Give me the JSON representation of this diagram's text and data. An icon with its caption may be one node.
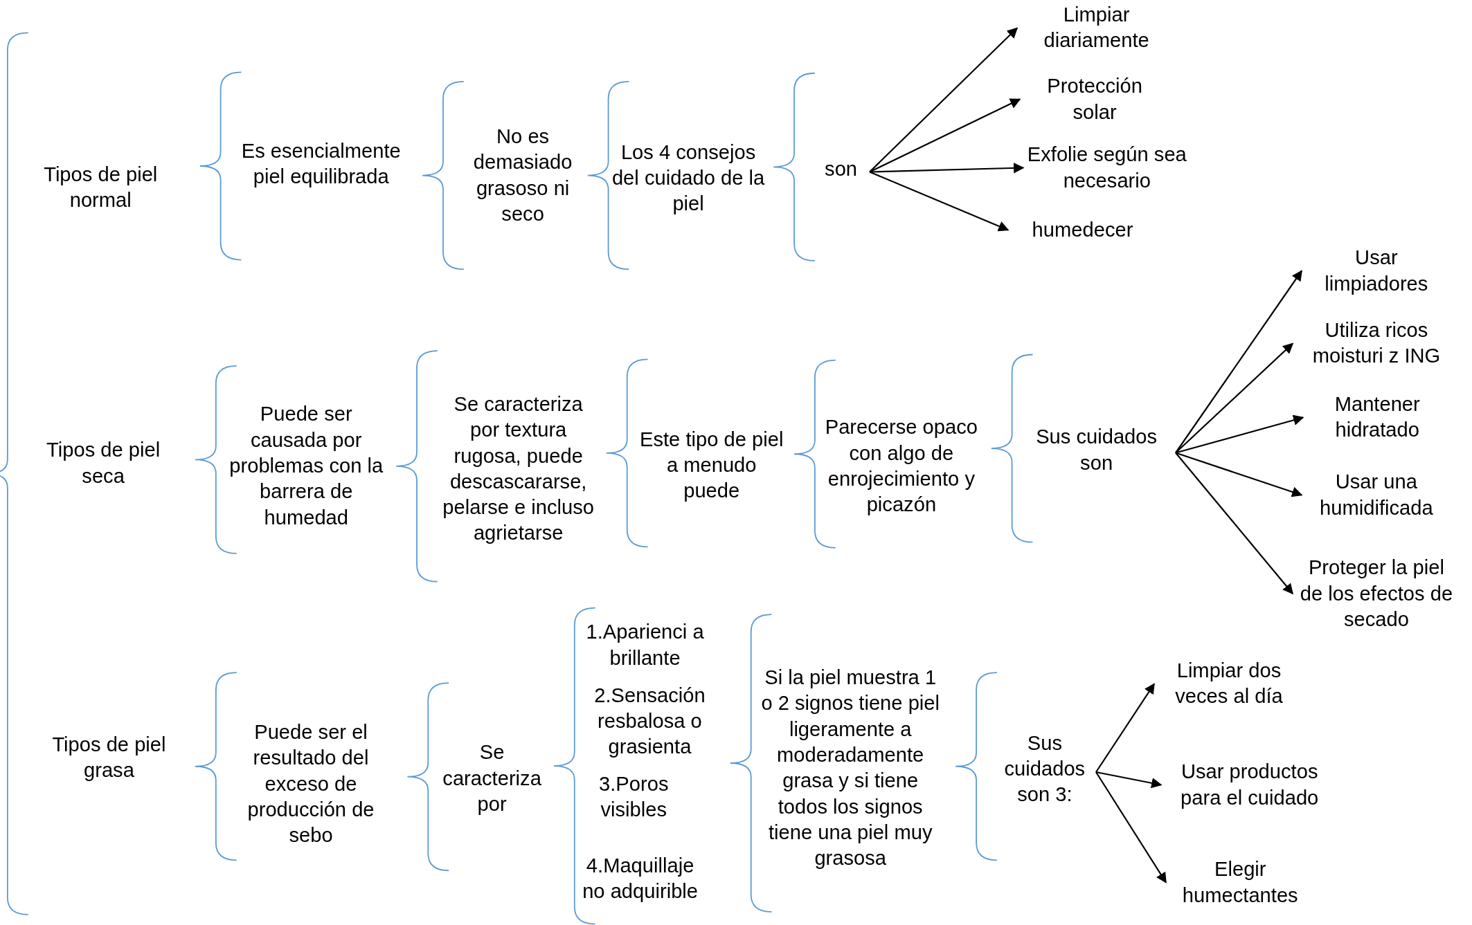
{
  "diagram": {
    "nodes": [
      {
        "text": [
          "Tipos de piel normal"
        ]
      },
      {
        "text": [
          "Es esencialmente piel equilibrada"
        ]
      },
      {
        "text": [
          "No es demasiado grasoso ni seco"
        ]
      },
      {
        "text": [
          "Los 4 consejos del cuidado de la piel"
        ]
      },
      {
        "text": [
          "son"
        ]
      },
      {
        "text": [
          "Limpiar diariamente"
        ]
      },
      {
        "text": [
          "Protección solar"
        ]
      },
      {
        "text": [
          "Exfolie según sea necesario"
        ]
      },
      {
        "text": [
          "humedecer"
        ]
      },
      {
        "text": [
          "Tipos de piel seca"
        ]
      },
      {
        "text": [
          "Puede ser causada por problemas con la barrera de humedad"
        ]
      },
      {
        "text": [
          "Se caracteriza por textura rugosa, puede descascararse, pelarse e incluso agrietarse"
        ]
      },
      {
        "text": [
          "Este tipo de piel a menudo puede"
        ]
      },
      {
        "text": [
          "Parecerse opaco con algo de enrojecimiento y picazón"
        ]
      },
      {
        "text": [
          "Sus cuidados son"
        ]
      },
      {
        "text": [
          "Usar limpiadores"
        ]
      },
      {
        "text": [
          "Utiliza ricos moisturi z ING"
        ]
      },
      {
        "text": [
          "Mantener hidratado"
        ]
      },
      {
        "text": [
          "Usar una humidificada"
        ]
      },
      {
        "text": [
          "Proteger la piel de los efectos de secado"
        ]
      },
      {
        "text": [
          "Tipos de piel grasa"
        ]
      },
      {
        "text": [
          "Puede ser el resultado del exceso de producción de sebo"
        ]
      },
      {
        "text": [
          "Se caracteriza por"
        ]
      },
      {
        "text": [
          "1.Aparienci a brillante"
        ]
      },
      {
        "text": [
          "2.Sensación resbalosa o grasienta"
        ]
      },
      {
        "text": [
          "3.Poros visibles"
        ]
      },
      {
        "text": [
          "4.Maquillaje no adquirible"
        ]
      },
      {
        "text": [
          "Si la piel muestra 1 o 2 signos tiene piel ligeramente a moderadamente grasa y si tiene todos los signos tiene una piel muy grasosa"
        ]
      },
      {
        "text": [
          "Sus cuidados son 3:"
        ]
      },
      {
        "text": [
          "Limpiar dos veces al día"
        ]
      },
      {
        "text": [
          "Usar productos para el cuidado"
        ]
      },
      {
        "text": [
          "Elegir humectantes"
        ]
      }
    ],
    "edges": [
      {
        "from": 4,
        "to": 5,
        "arrow": "to"
      },
      {
        "from": 4,
        "to": 6,
        "arrow": "to"
      },
      {
        "from": 4,
        "to": 7,
        "arrow": "to"
      },
      {
        "from": 4,
        "to": 8,
        "arrow": "to"
      },
      {
        "from": 14,
        "to": 15,
        "arrow": "to"
      },
      {
        "from": 14,
        "to": 16,
        "arrow": "to"
      },
      {
        "from": 14,
        "to": 17,
        "arrow": "to"
      },
      {
        "from": 14,
        "to": 18,
        "arrow": "to"
      },
      {
        "from": 14,
        "to": 19,
        "arrow": "to"
      },
      {
        "from": 28,
        "to": 29,
        "arrow": "to"
      },
      {
        "from": 28,
        "to": 30,
        "arrow": "to"
      },
      {
        "from": 28,
        "to": 31,
        "arrow": "to"
      }
    ]
  }
}
